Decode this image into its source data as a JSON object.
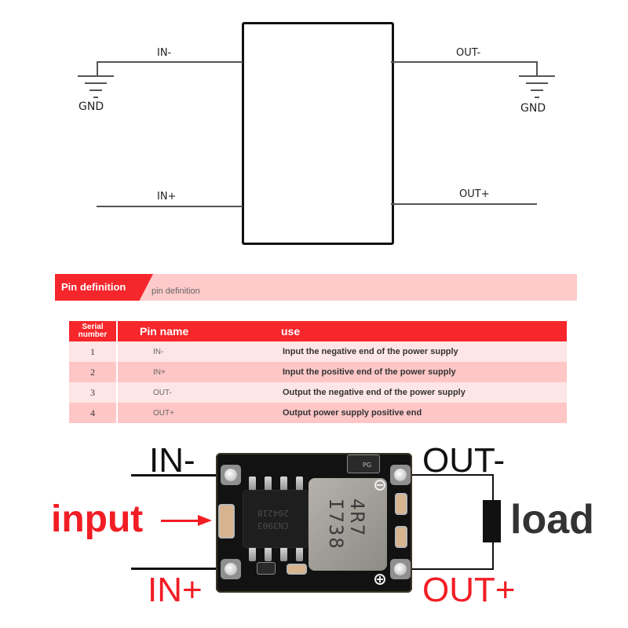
{
  "schematic": {
    "labels": {
      "in_minus": "IN-",
      "in_plus": "IN+",
      "out_minus": "OUT-",
      "out_plus": "OUT+",
      "gnd_left": "GND",
      "gnd_right": "GND"
    }
  },
  "banner": {
    "title": "Pin definition",
    "subtitle": "pin definition",
    "tag_color": "#f5262c",
    "bar_color": "#ffcaca"
  },
  "table": {
    "headers": {
      "serial": "Serial number",
      "pin_name": "Pin name",
      "use": "use"
    },
    "rows": [
      {
        "serial": "1",
        "pin_name": "IN-",
        "use": "Input the negative end of the power supply"
      },
      {
        "serial": "2",
        "pin_name": "IN+",
        "use": "Input the positive end of the power supply"
      },
      {
        "serial": "3",
        "pin_name": "OUT-",
        "use": "Output the negative end of the power supply"
      },
      {
        "serial": "4",
        "pin_name": "OUT+",
        "use": "Output power supply positive end"
      }
    ],
    "header_color": "#f6262b",
    "row_colors": [
      "#ffe6e6",
      "#ffc6c6"
    ]
  },
  "module": {
    "labels": {
      "in_minus": "IN-",
      "in_plus": "IN+",
      "out_minus": "OUT-",
      "out_plus": "OUT+",
      "input": "input",
      "load": "load"
    },
    "ic_marking": [
      "204218",
      "CN3903"
    ],
    "inductor_marking": [
      "4R7",
      "I738"
    ],
    "diode_marking": "PG",
    "accent_red": "#f21d24"
  }
}
